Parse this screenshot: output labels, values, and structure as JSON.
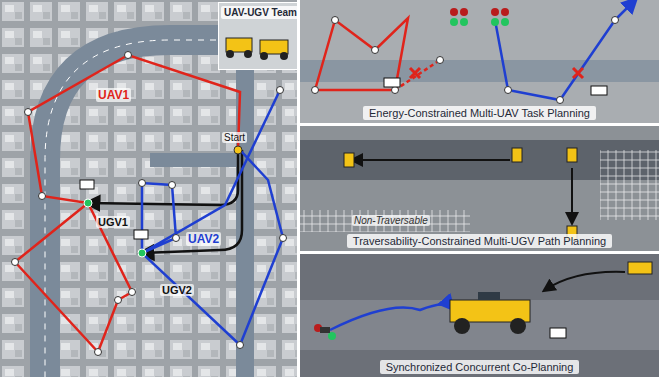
{
  "diagram": {
    "nodes": [
      {
        "text": [
          "UAV-UGV Team"
        ]
      },
      {
        "text": [
          "Energy-Constrained Multi-UAV Task Planning"
        ]
      },
      {
        "text": [
          "Traversability-Constrained Multi-UGV Path Planning"
        ]
      },
      {
        "text": [
          "Synchronized Concurrent Co-Planning"
        ]
      }
    ],
    "labels": [
      "Start",
      "UAV1",
      "UAV2",
      "UGV1",
      "UGV2",
      "Non-Traversable"
    ]
  }
}
